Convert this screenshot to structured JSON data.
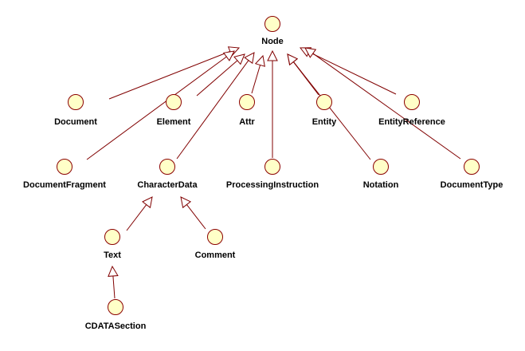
{
  "diagram": {
    "type": "uml-class-hierarchy",
    "colors": {
      "node_fill": "#ffffc8",
      "node_stroke": "#8b0000",
      "edge": "#800000",
      "label": "#000000"
    },
    "nodes": {
      "Node": "Node",
      "Document": "Document",
      "Element": "Element",
      "Attr": "Attr",
      "Entity": "Entity",
      "EntityReference": "EntityReference",
      "DocumentFragment": "DocumentFragment",
      "CharacterData": "CharacterData",
      "ProcessingInstruction": "ProcessingInstruction",
      "Notation": "Notation",
      "DocumentType": "DocumentType",
      "Text": "Text",
      "Comment": "Comment",
      "CDATASection": "CDATASection"
    },
    "edges": [
      {
        "child": "Document",
        "parent": "Node"
      },
      {
        "child": "Element",
        "parent": "Node"
      },
      {
        "child": "Attr",
        "parent": "Node"
      },
      {
        "child": "Entity",
        "parent": "Node"
      },
      {
        "child": "EntityReference",
        "parent": "Node"
      },
      {
        "child": "DocumentFragment",
        "parent": "Node"
      },
      {
        "child": "CharacterData",
        "parent": "Node"
      },
      {
        "child": "ProcessingInstruction",
        "parent": "Node"
      },
      {
        "child": "Notation",
        "parent": "Node"
      },
      {
        "child": "DocumentType",
        "parent": "Node"
      },
      {
        "child": "Text",
        "parent": "CharacterData"
      },
      {
        "child": "Comment",
        "parent": "CharacterData"
      },
      {
        "child": "CDATASection",
        "parent": "Text"
      }
    ]
  }
}
